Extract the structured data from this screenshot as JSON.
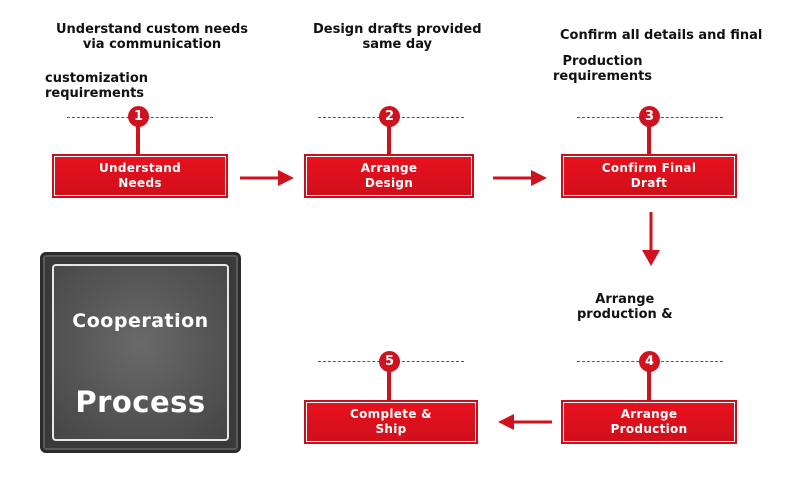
{
  "steps": [
    {
      "number": "1",
      "box": [
        "Understand",
        "Needs"
      ],
      "desc_top": [
        "Understand custom needs",
        "via communication"
      ],
      "desc_bottom": [
        "customization",
        "requirements"
      ]
    },
    {
      "number": "2",
      "box": [
        "Arrange",
        "Design"
      ],
      "desc_top": [
        "Design drafts provided",
        "same day"
      ]
    },
    {
      "number": "3",
      "box": [
        "Confirm Final",
        "Draft"
      ],
      "desc_top": [
        "Confirm all details and final"
      ],
      "desc_bottom": [
        "Production",
        "requirements"
      ]
    },
    {
      "number": "4",
      "box": [
        "Arrange",
        "Production"
      ],
      "desc_top": [
        "Arrange",
        "production &"
      ]
    },
    {
      "number": "5",
      "box": [
        "Complete &",
        "Ship"
      ]
    }
  ],
  "board": {
    "title": "Cooperation",
    "subtitle": "Process"
  },
  "colors": {
    "accent": "#d0121f",
    "board": "#4a4a4a"
  }
}
